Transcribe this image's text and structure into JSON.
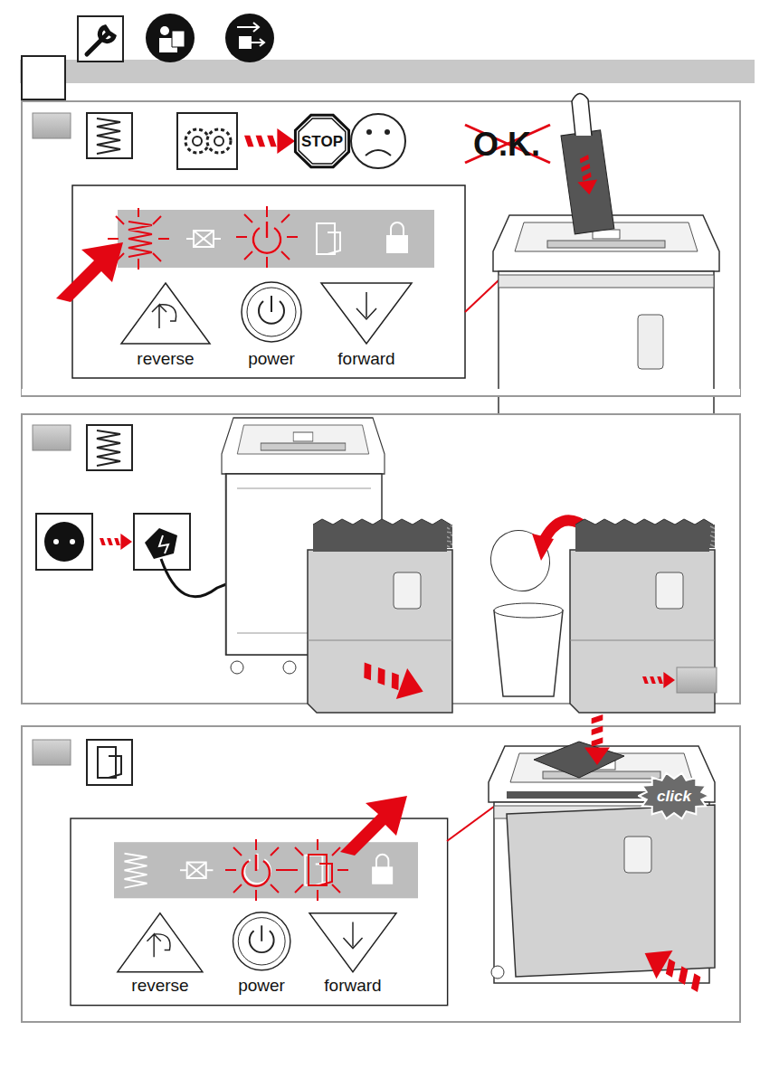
{
  "diagram": {
    "nodes": [
      {
        "text": [
          "STOP"
        ]
      },
      {
        "text": [
          "click"
        ]
      }
    ],
    "labels": [
      "O.K.",
      "reverse",
      "power",
      "forward",
      "reverse",
      "power",
      "forward"
    ]
  }
}
